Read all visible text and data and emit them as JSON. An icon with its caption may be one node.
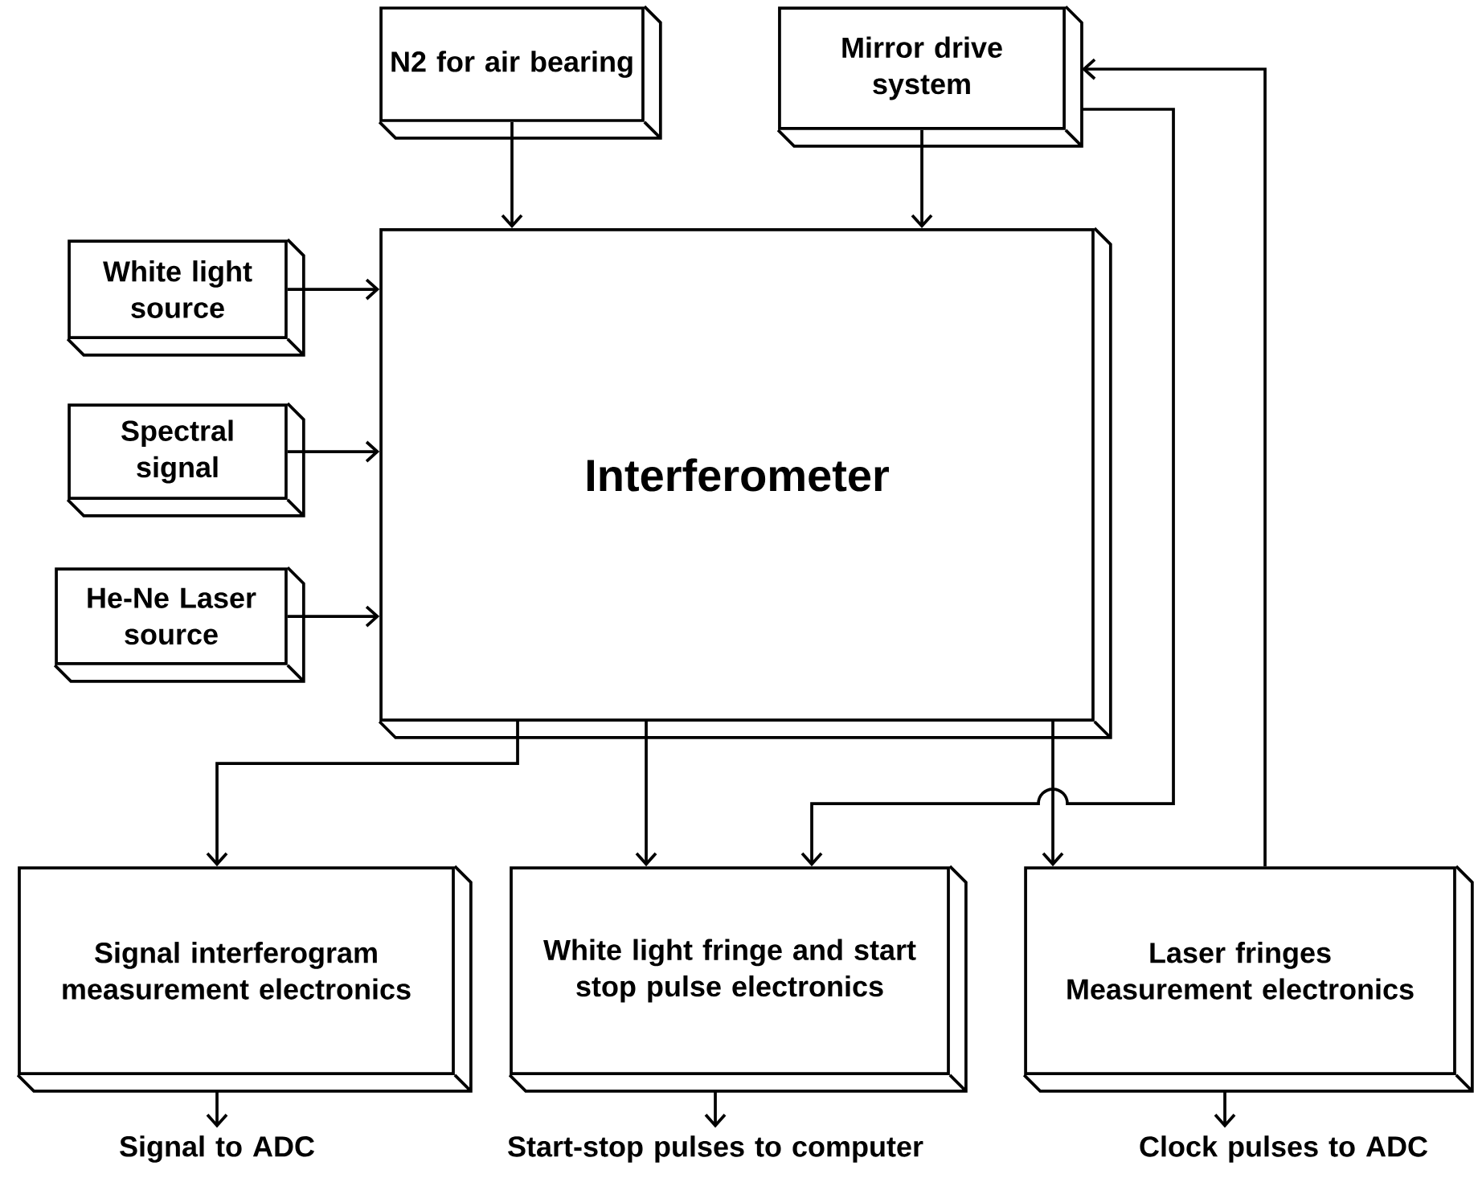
{
  "diagram": {
    "nodes": [
      {
        "text": [
          "N2 for air bearing"
        ]
      },
      {
        "text": [
          "Mirror drive system"
        ]
      },
      {
        "text": [
          "White light source"
        ]
      },
      {
        "text": [
          "Spectral signal"
        ]
      },
      {
        "text": [
          "He-Ne Laser source"
        ]
      },
      {
        "text": [
          "Interferometer"
        ]
      },
      {
        "text": [
          "Signal interferogram measurement electronics"
        ]
      },
      {
        "text": [
          "White light fringe and start stop pulse electronics"
        ]
      },
      {
        "text": [
          "Laser fringes Measurement electronics"
        ]
      },
      {
        "text": [
          "Signal to ADC"
        ]
      },
      {
        "text": [
          "Start-stop pulses to computer"
        ]
      },
      {
        "text": [
          "Clock pulses to ADC"
        ]
      }
    ],
    "edges": [
      {
        "from": 0,
        "to": 5,
        "arrow": "to"
      },
      {
        "from": 1,
        "to": 5,
        "arrow": "to"
      },
      {
        "from": 2,
        "to": 5,
        "arrow": "to"
      },
      {
        "from": 3,
        "to": 5,
        "arrow": "to"
      },
      {
        "from": 4,
        "to": 5,
        "arrow": "to"
      },
      {
        "from": 5,
        "to": 6,
        "arrow": "to"
      },
      {
        "from": 5,
        "to": 7,
        "arrow": "to"
      },
      {
        "from": 1,
        "to": 7,
        "arrow": "to"
      },
      {
        "from": 5,
        "to": 8,
        "arrow": "to"
      },
      {
        "from": 8,
        "to": 1,
        "arrow": "to"
      },
      {
        "from": 6,
        "to": 9,
        "arrow": "to"
      },
      {
        "from": 7,
        "to": 10,
        "arrow": "to"
      },
      {
        "from": 8,
        "to": 11,
        "arrow": "to"
      }
    ]
  }
}
